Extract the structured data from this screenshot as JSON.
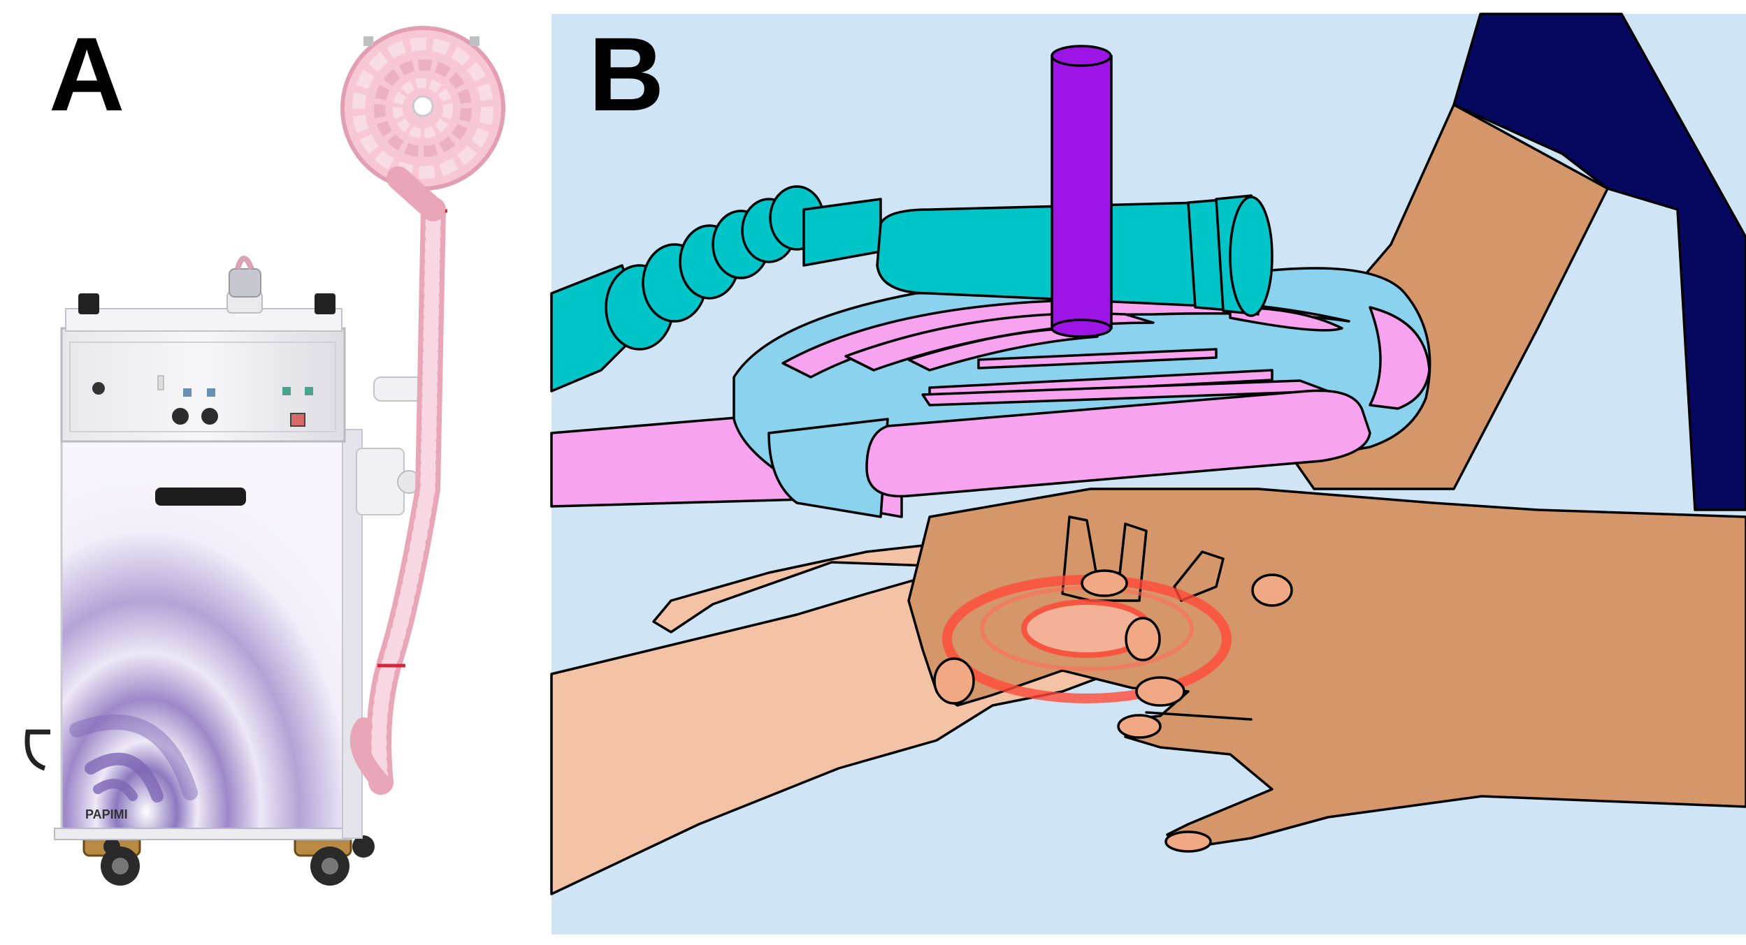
{
  "panel_a": {
    "label": "A",
    "device_brand": "PAPIMI"
  },
  "panel_b": {
    "label": "B"
  },
  "colors": {
    "background_b": "#cfe4f4",
    "coil_blue": "#8ad2ee",
    "coil_pink": "#f7a3f0",
    "tube_teal": "#00c5c8",
    "rod_purple": "#9c14e6",
    "skin_light": "#f4c3a6",
    "skin_dark": "#d5966a",
    "sleeve_navy": "#05085e",
    "field_ring": "#ff4a3a",
    "device_purple": "#9a86c6",
    "coil_photo_pink": "#f6c8d6"
  }
}
